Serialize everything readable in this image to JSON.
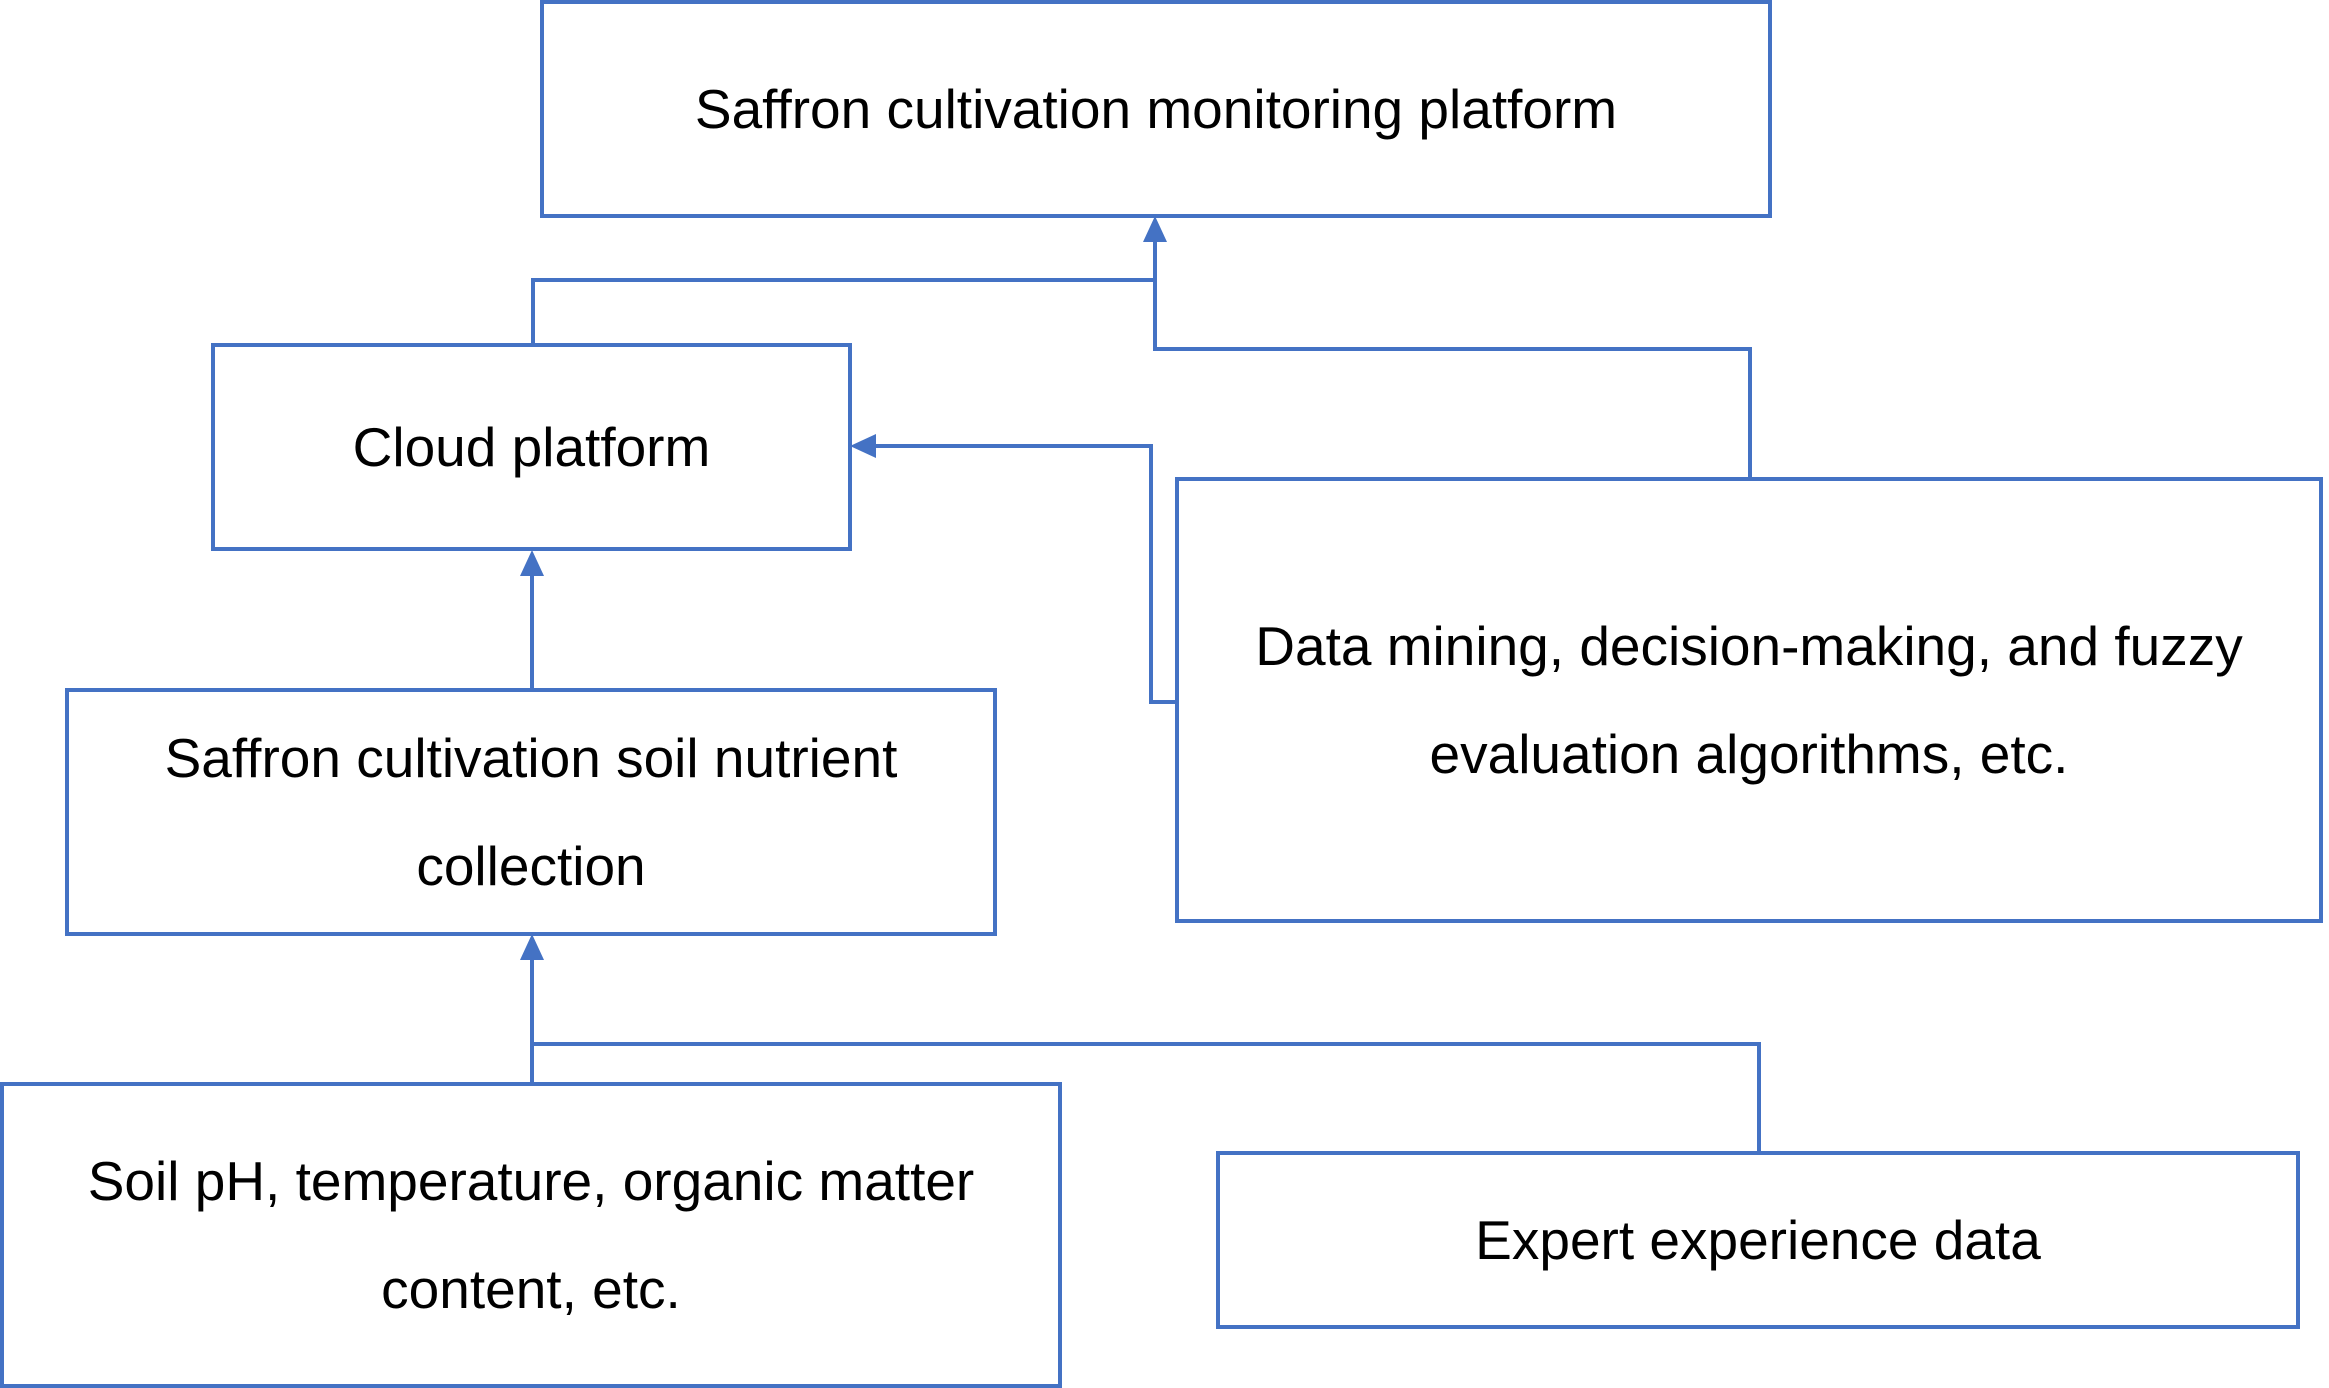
{
  "diagram": {
    "colors": {
      "stroke": "#4472C4",
      "text": "#000000",
      "background": "#ffffff"
    },
    "nodes": {
      "monitoring_platform": "Saffron cultivation monitoring platform",
      "cloud_platform": "Cloud platform",
      "algorithms": "Data mining, decision-making, and fuzzy evaluation algorithms, etc.",
      "soil_collection": "Saffron cultivation soil nutrient collection",
      "soil_parameters": "Soil pH, temperature, organic matter content, etc.",
      "expert_data": "Expert experience data"
    },
    "edges": [
      {
        "from": "cloud_platform",
        "to": "monitoring_platform"
      },
      {
        "from": "algorithms",
        "to": "monitoring_platform"
      },
      {
        "from": "algorithms",
        "to": "cloud_platform"
      },
      {
        "from": "soil_collection",
        "to": "cloud_platform"
      },
      {
        "from": "soil_parameters",
        "to": "soil_collection"
      },
      {
        "from": "expert_data",
        "to": "soil_collection"
      }
    ]
  }
}
